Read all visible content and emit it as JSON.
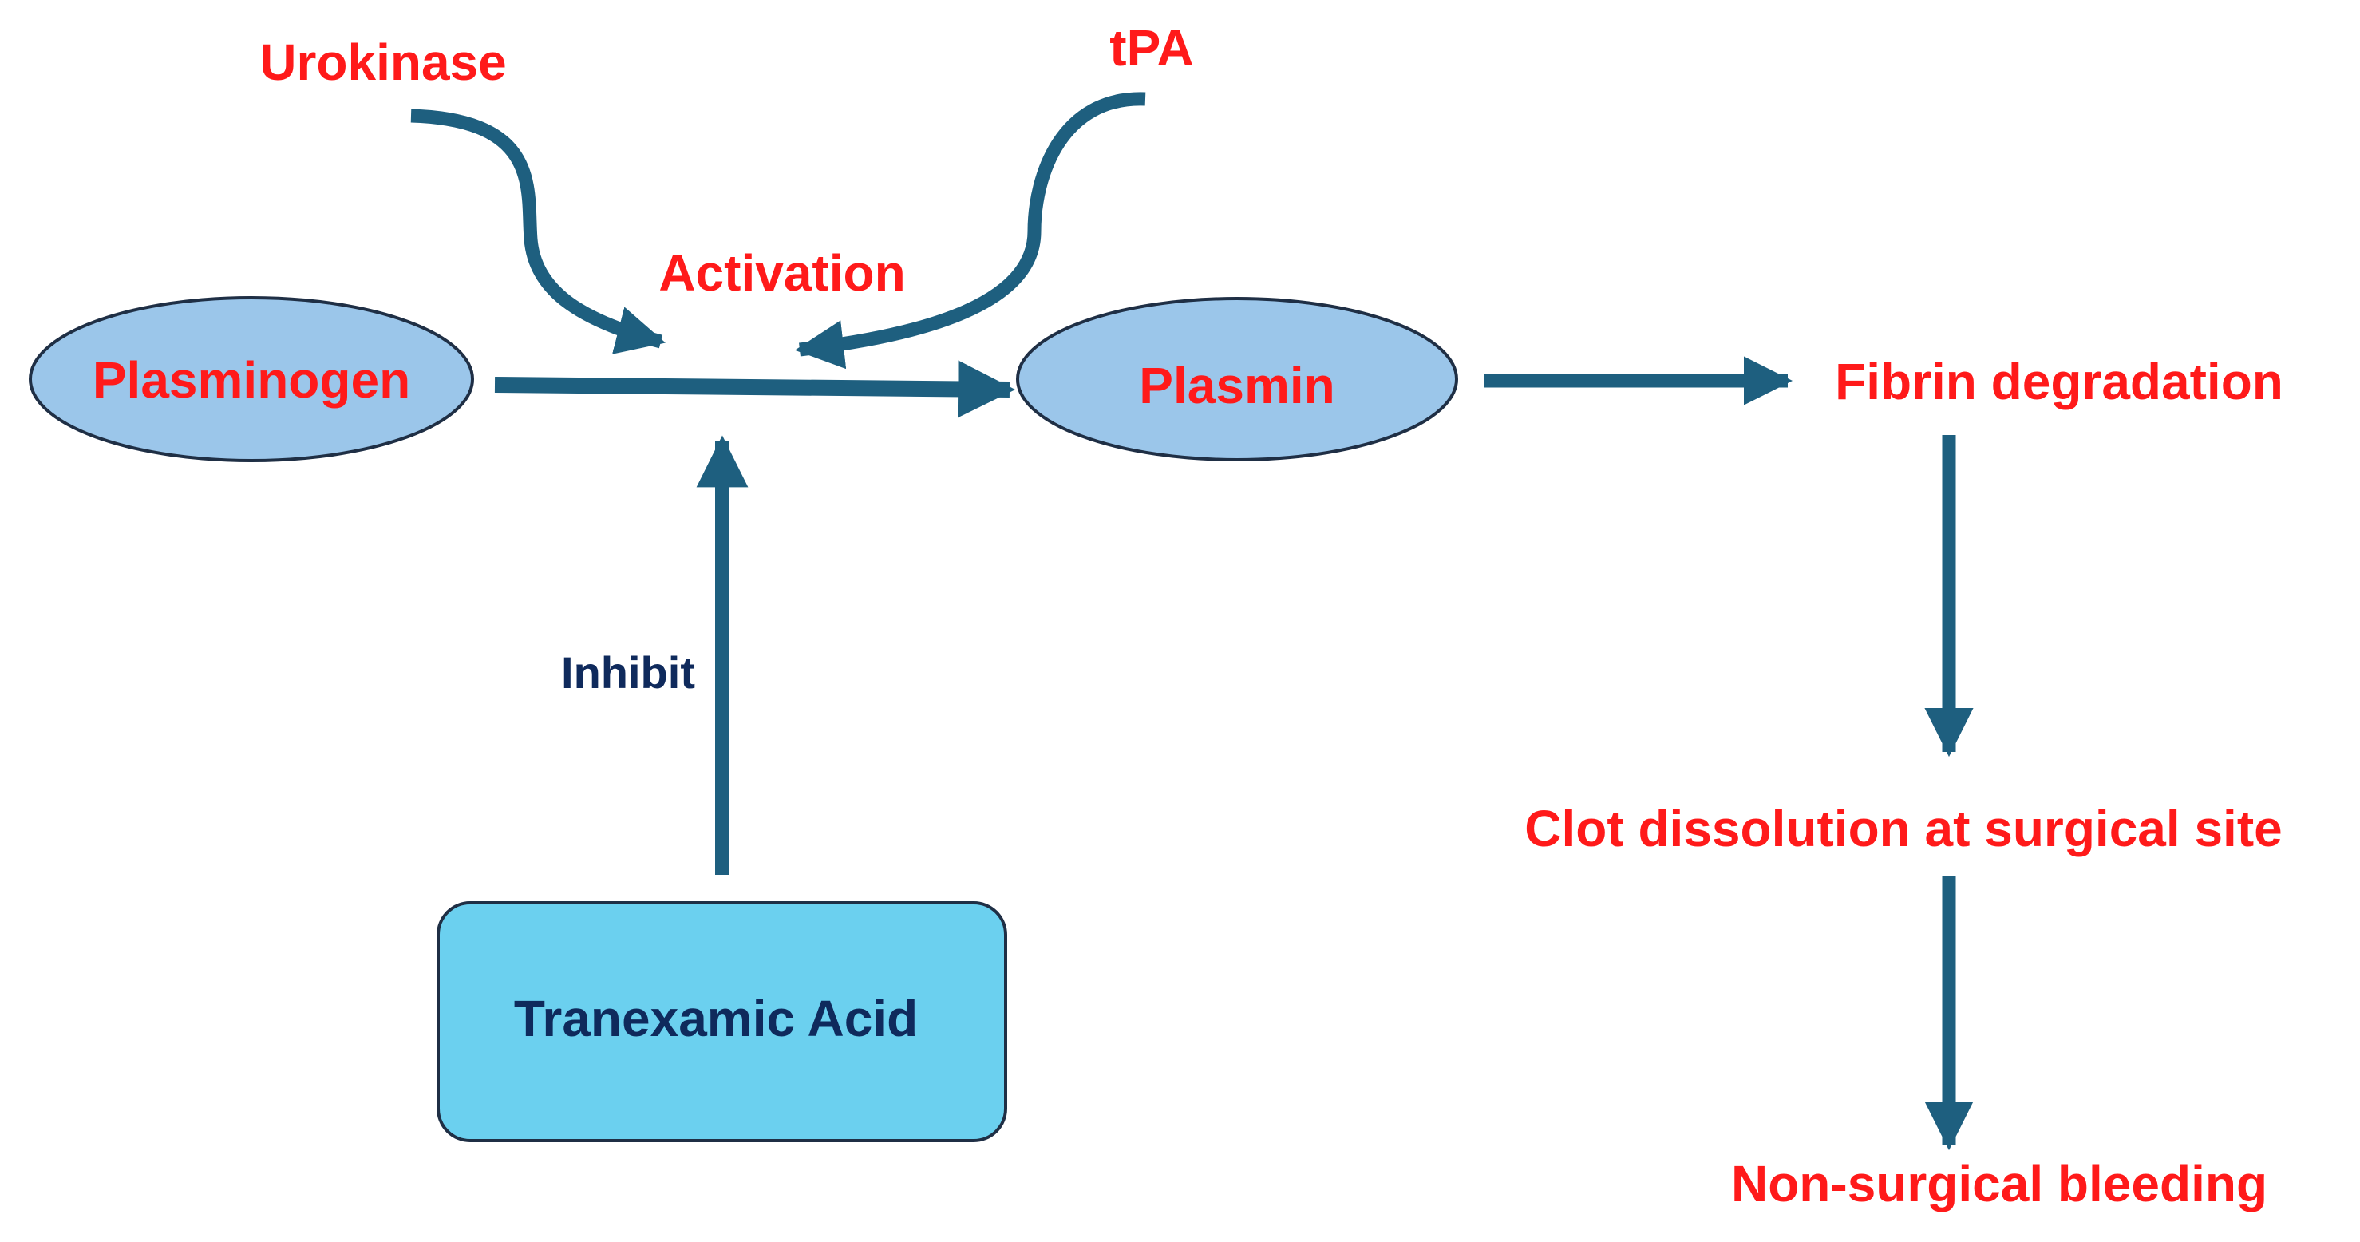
{
  "colors": {
    "arrow": "#1e5f7f",
    "ellipse_fill": "#9bc6ea",
    "box_fill": "#6bd0ef",
    "outline": "#1f2f45",
    "label_red": "#ff1a1a",
    "label_navy": "#0f2a5c"
  },
  "nodes": {
    "plasminogen": "Plasminogen",
    "plasmin": "Plasmin",
    "tranexamic_acid": "Tranexamic Acid"
  },
  "labels": {
    "urokinase": "Urokinase",
    "tpa": "tPA",
    "activation": "Activation",
    "inhibit": "Inhibit",
    "fibrin_degradation": "Fibrin degradation",
    "clot_dissolution": "Clot dissolution at surgical site",
    "non_surgical_bleeding": "Non-surgical bleeding"
  }
}
